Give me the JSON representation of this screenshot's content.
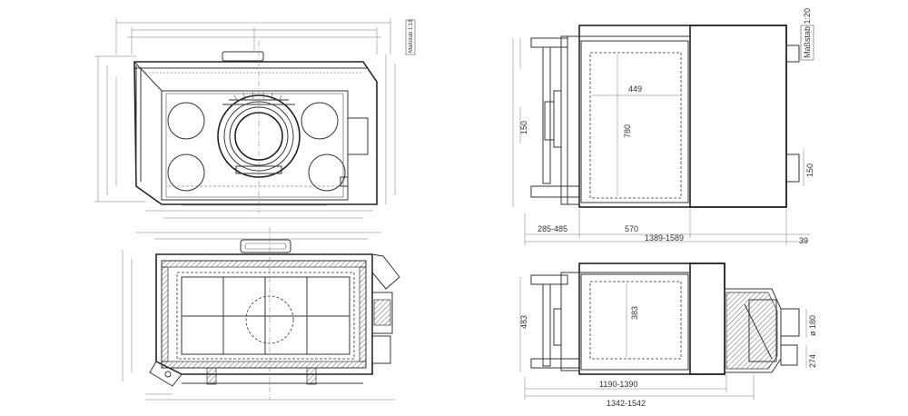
{
  "scale_labels": {
    "left": "Maßstab 1:18",
    "right": "Maßstab 1:20"
  },
  "dimensions": {
    "side_top": {
      "d449": "449",
      "d780": "780",
      "d150": "150",
      "d285_485": "285-485",
      "d570": "570",
      "d1389_1589": "1389-1589",
      "d39": "39",
      "d150_b": "150"
    },
    "side_bottom": {
      "d383": "383",
      "d483": "483",
      "d1190_1390": "1190-1390",
      "d1342_1542": "1342-1542",
      "d180": "ø 180",
      "d274": "274"
    }
  }
}
